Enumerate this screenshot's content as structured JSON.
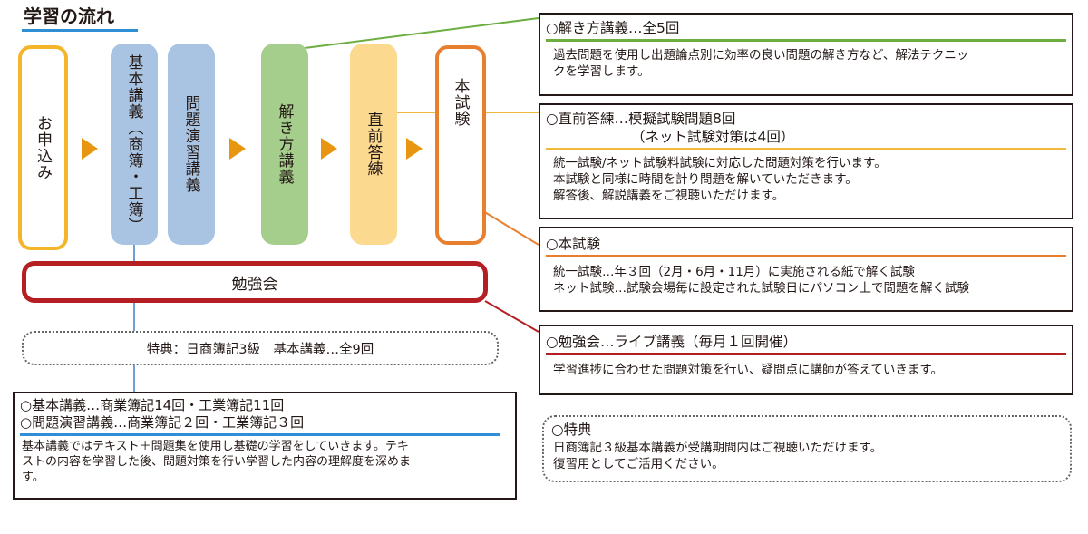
{
  "header": {
    "title": "学習の流れ"
  },
  "flow": {
    "steps": [
      {
        "label": "お申込み"
      },
      {
        "label": "基本講義（商簿・工簿）"
      },
      {
        "label": "問題演習講義"
      },
      {
        "label": "解き方講義"
      },
      {
        "label": "直前答練"
      },
      {
        "label": "本試験"
      }
    ],
    "study_group": "勉強会",
    "tokuten_banner": "特典：日商簿記3級　基本講義…全9回"
  },
  "left_panel": {
    "title_line1": "○基本講義…商業簿記14回・工業簿記11回",
    "title_line2": "○問題演習講義…商業簿記２回・工業簿記３回",
    "body": "基本講義ではテキスト＋問題集を使用し基礎の学習をしていきます。テキ\nストの内容を学習した後、問題対策を行い学習した内容の理解度を深めま\nす。"
  },
  "right_panels": [
    {
      "title": "○解き方講義…全5回",
      "body": "過去問題を使用し出題論点別に効率の良い問題の解き方など、解法テクニッ\nクを学習します。"
    },
    {
      "title": "○直前答練…模擬試験問題8回",
      "subtitle": "（ネット試験対策は4回）",
      "body": "統一試験/ネット試験料試験に対応した問題対策を行います。\n本試験と同様に時間を計り問題を解いていただきます。\n解答後、解説講義をご視聴いただけます。"
    },
    {
      "title": "○本試験",
      "body": "統一試験…年３回（2月・6月・11月）に実施される紙で解く試験\nネット試験…試験会場毎に設定された試験日にパソコン上で問題を解く試験"
    },
    {
      "title": "○勉強会…ライブ講義（毎月１回開催）",
      "body": "学習進捗に合わせた問題対策を行い、疑問点に講師が答えていきます。"
    },
    {
      "title": "○特典",
      "body": "日商簿記３級基本講義が受講期間内はご視聴いただけます。\n復習用としてご活用ください。"
    }
  ],
  "colors": {
    "orange_accent": "#e8950f",
    "blue_step": "#a9c4e2",
    "green_step": "#a5cd8b",
    "yellow_step": "#fbd98e",
    "red_border": "#b51f24",
    "orange_border": "#e77f2e",
    "gold_border": "#f1b93c",
    "title_underline": "#2e8fd6"
  }
}
